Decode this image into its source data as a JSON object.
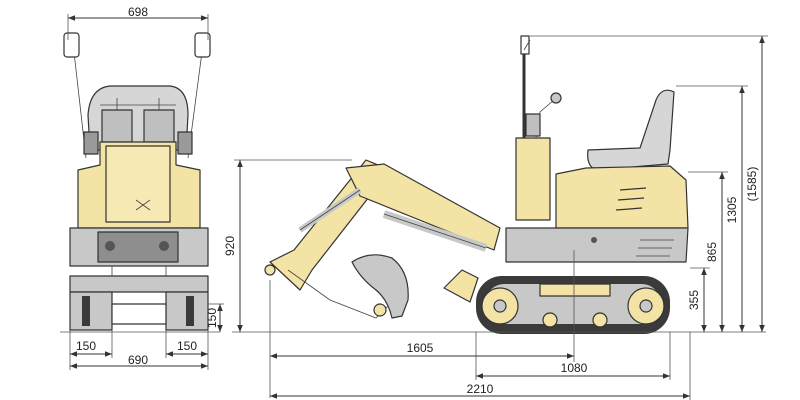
{
  "colors": {
    "body_yellow": "#f3e3a4",
    "frame_gray": "#c8c8c8",
    "dark_gray": "#8e8e8e",
    "track_dark": "#3a3a3a",
    "line": "#333333"
  },
  "dimensions": {
    "front_top_width": "698",
    "front_bottom_width": "690",
    "track_left": "150",
    "track_right": "150",
    "ground_clearance": "150",
    "boom_height": "920",
    "reach_1605": "1605",
    "track_length": "1080",
    "overall_length": "2210",
    "blade_height": "355",
    "body_height": "865",
    "seat_height": "1305",
    "canopy_height": "(1585)"
  }
}
